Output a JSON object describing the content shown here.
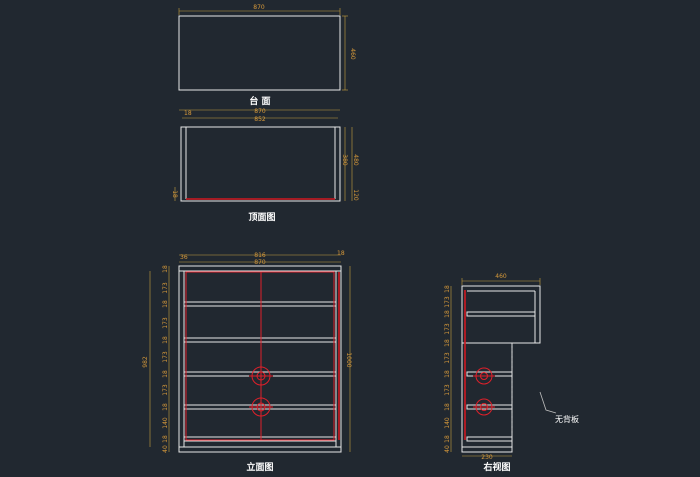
{
  "labels": {
    "top_surface": "台 面",
    "top_view": "顶面图",
    "front_view": "立面图",
    "right_view": "右视图",
    "no_back_panel": "无背板"
  },
  "dims": {
    "top_width": "870",
    "top_depth": "460",
    "tv_thk": "18",
    "tv_width": "870",
    "tv_inner": "852",
    "tv_depth": "480",
    "tv_inner_depth": "380",
    "tv_h1": "18",
    "tv_h2": "120",
    "fv_left": "36",
    "fv_inner": "816",
    "fv_thk": "18",
    "fv_width": "870",
    "fv_total": "982",
    "fv_height": "1000",
    "fv_rows": [
      "18",
      "173",
      "18",
      "173",
      "18",
      "173",
      "18",
      "173",
      "18",
      "140",
      "18",
      "40"
    ],
    "rv_depth": "460",
    "rv_rows": [
      "18",
      "173",
      "18",
      "173",
      "18",
      "173",
      "18",
      "173",
      "18",
      "140",
      "18",
      "40"
    ],
    "rv_bottom": "230"
  },
  "colors": {
    "background": "#212830",
    "outline": "#e8e8e8",
    "hidden_red": "#e0202a",
    "dimension": "#d89a3a"
  }
}
